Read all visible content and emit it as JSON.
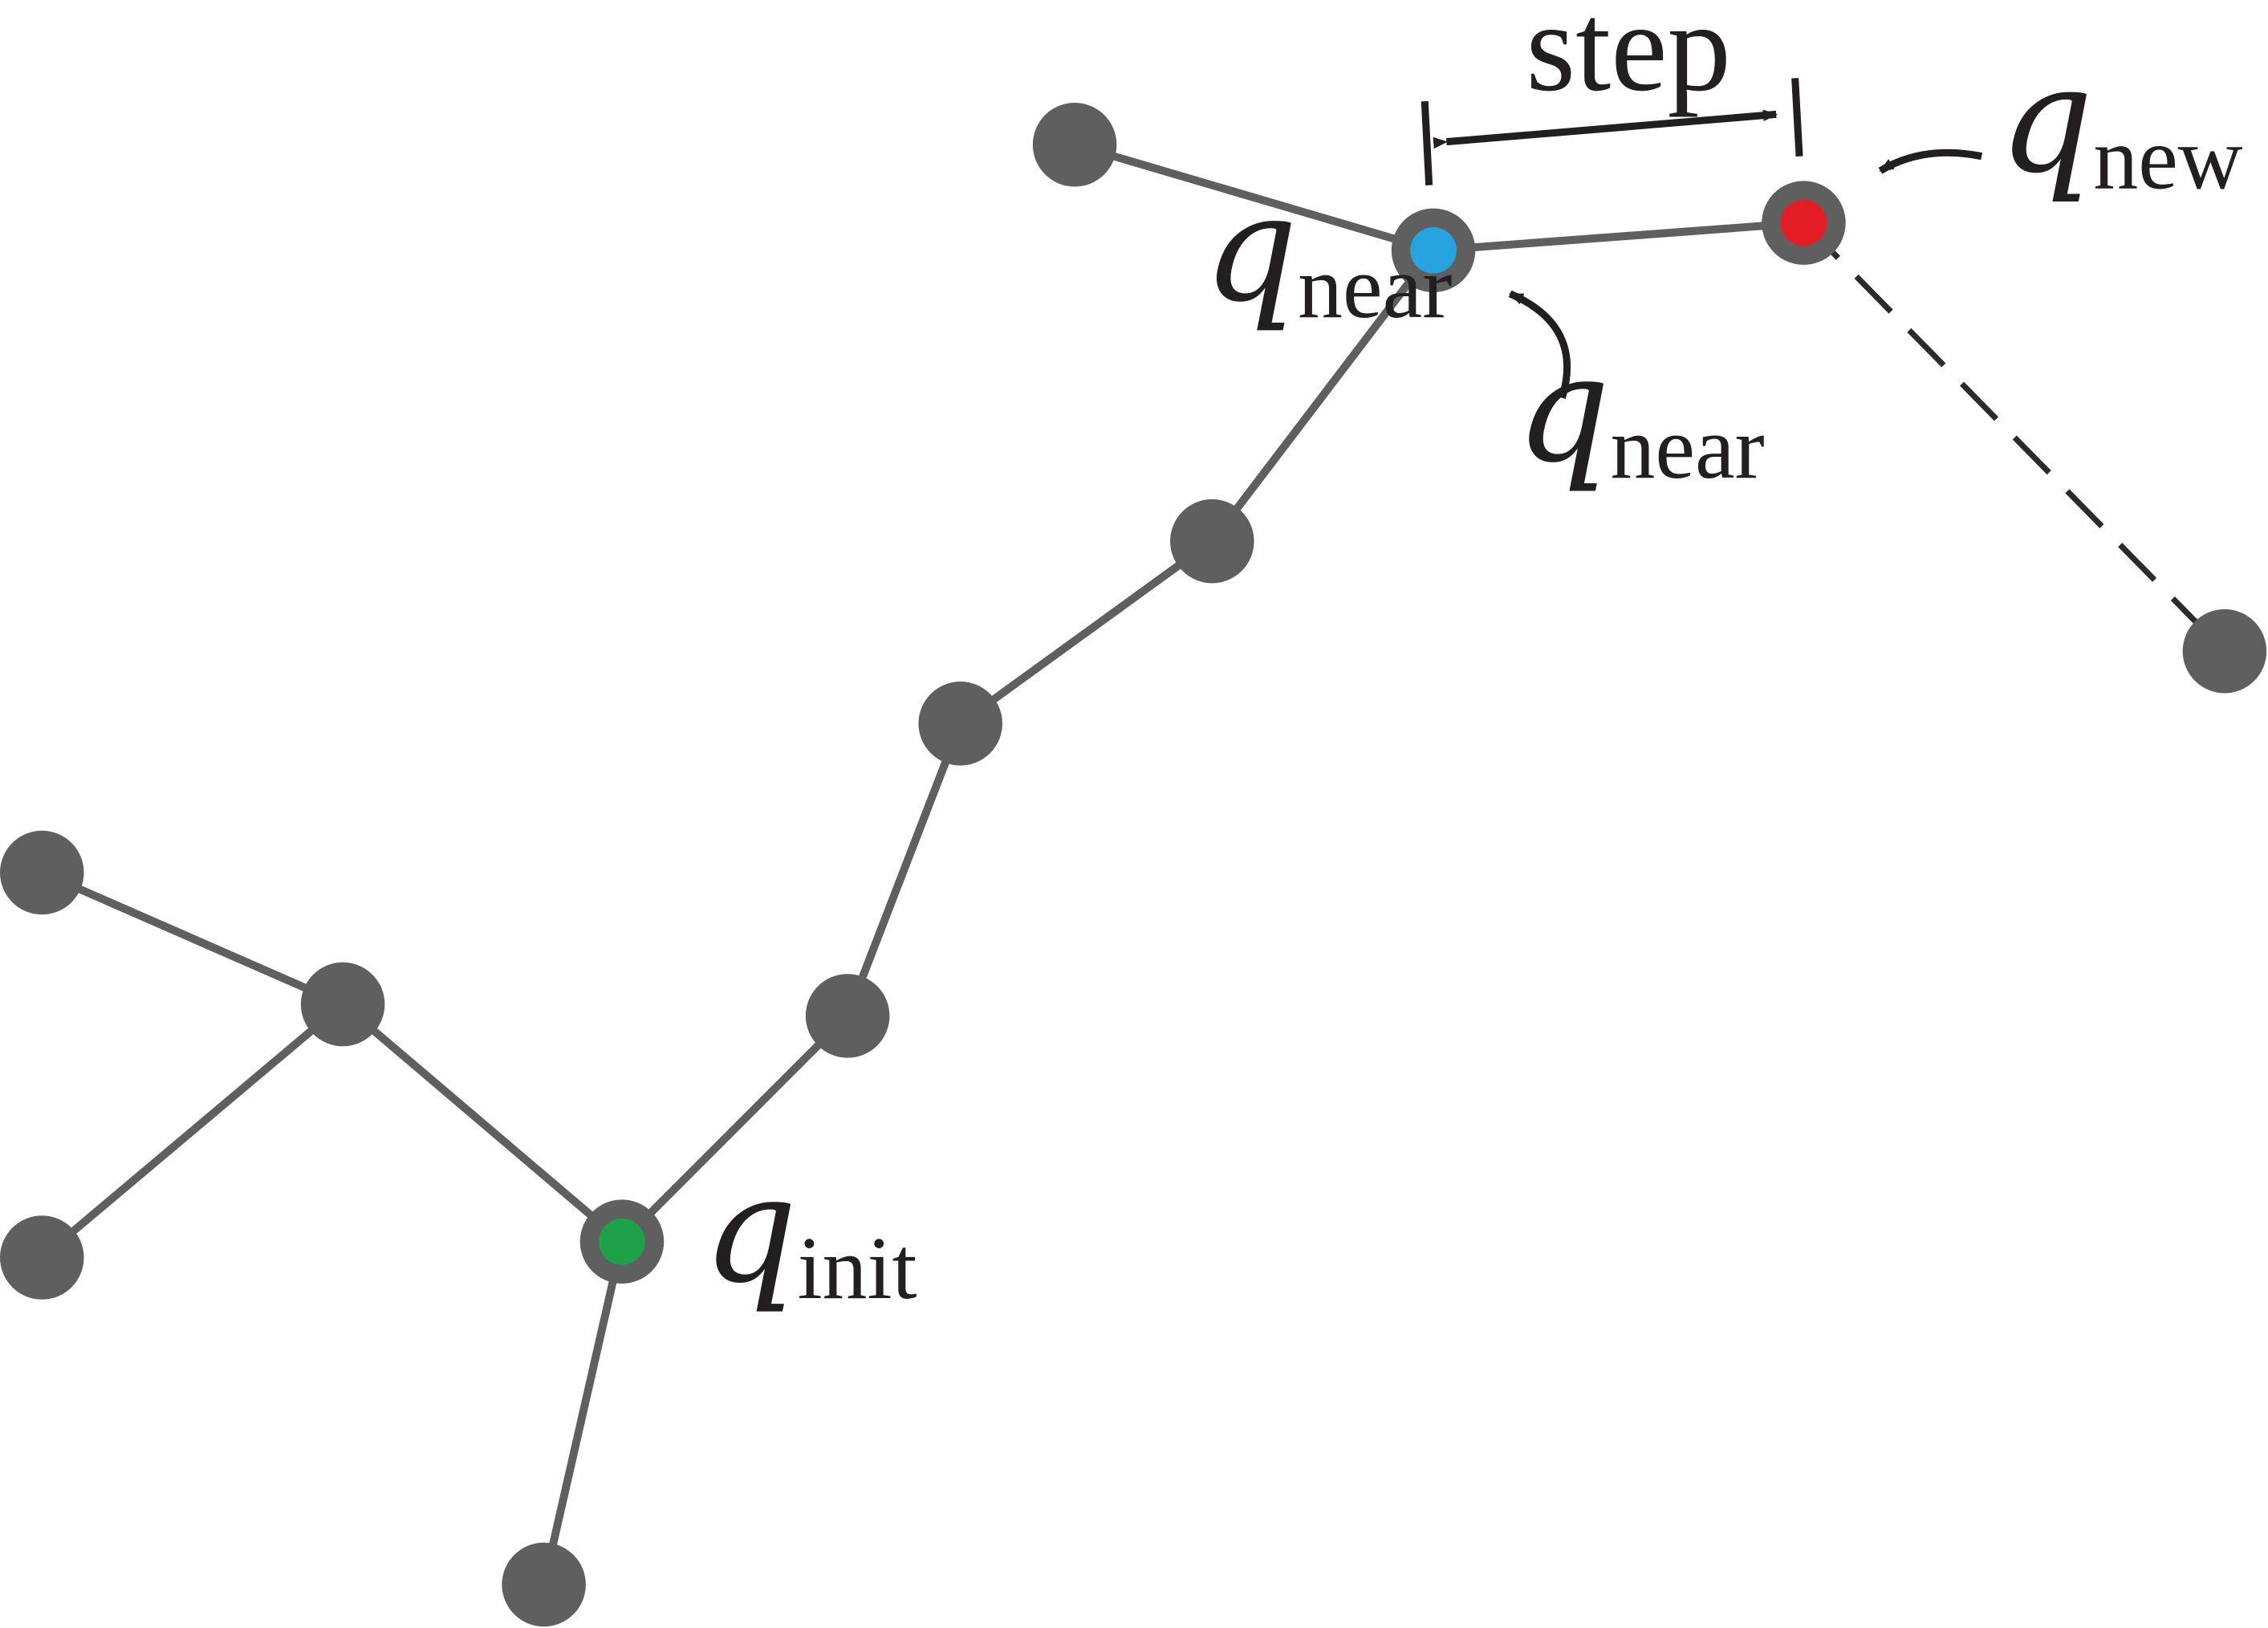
{
  "labels": {
    "step": "step",
    "q_new": {
      "symbol": "q",
      "subscript": "new"
    },
    "q_near_node": {
      "symbol": "q",
      "subscript": "near"
    },
    "q_near_callout": {
      "symbol": "q",
      "subscript": "near"
    },
    "q_init": {
      "symbol": "q",
      "subscript": "init"
    }
  },
  "colors": {
    "node": "#5f5f5f",
    "edge": "#5f5f5f",
    "q_init_fill": "#1fa14a",
    "q_near_fill": "#27a3e0",
    "q_new_fill": "#e41e26",
    "annotation": "#231f20"
  }
}
